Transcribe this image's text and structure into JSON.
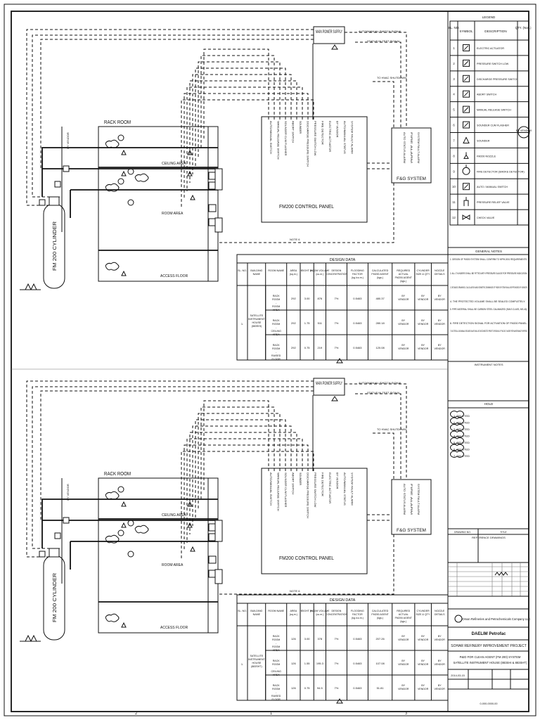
{
  "legend": {
    "title": "LEGEND",
    "headers": [
      "SL. NO.",
      "SYMBOL",
      "DESCRIPTION",
      "QTY. (Nos.)"
    ],
    "rows": [
      {
        "no": "1",
        "desc": "ELECTRIC ACTUATOR"
      },
      {
        "no": "2",
        "desc": "PRESSURE SWITCH LOW"
      },
      {
        "no": "3",
        "desc": "DISCHARGE PRESSURE SWITCH"
      },
      {
        "no": "4",
        "desc": "ABORT SWITCH"
      },
      {
        "no": "5",
        "desc": "MANUAL RELEASE SWITCH"
      },
      {
        "no": "6",
        "desc": "SOUNDER CUM FLASHER"
      },
      {
        "no": "7",
        "desc": "SOUNDER"
      },
      {
        "no": "8",
        "desc": "FM200 NOZZLE"
      },
      {
        "no": "9",
        "desc": "FIRE DETECTOR (SMOKE DETECTOR)"
      },
      {
        "no": "10",
        "desc": "AUTO / MANUAL SWITCH"
      },
      {
        "no": "11",
        "desc": "PRESSURE RELIEF VALVE"
      },
      {
        "no": "12",
        "desc": "CHECK VALVE"
      }
    ],
    "by_vendor": "BY VENDOR"
  },
  "general_notes": {
    "title": "GENERAL NOTES",
    "items": [
      "1. DESIGN OF FM200 SYSTEM SHALL CONFIRM TO NFPA 2001 REQUIREMENTS.",
      "2. ALL CYLINDERS SHALL BE FITTED WITH PRESSURE GAUGE FOR PRESSURE INDICATION.",
      "3. DETAILED DRAWINGS, CALCULATION AND ISOMETRIC DRAWINGS OF FM200 SYSTEM SHALL BE PROVIDED BY VENDOR.",
      "4. THE PROTECTED VOLUME SHALL BE SEALED COMPLETELY.",
      "5. PIPE MATERIAL SHALL BE CARBON STEEL GALVANIZED (SMLS CLASS, MS-40).",
      "6. FIRE DETECTION SIGNAL FOR ACTIVATION OF FM200 PANEL.",
      "7. ELECTRICAL GAS MANUAL RELEASE VALVE SHALL BE DISCONNECTED PRIOR TO REMOVAL OF FM-200 CYLINDER FOR MAINTENANCE PURPOSE."
    ]
  },
  "holds": {
    "title": "HOLD",
    "items": [
      "1. DELETED",
      "2. DELETED",
      "3. DELETED",
      "4. DELETED",
      "5. DELETED",
      "6. DELETED",
      "7. DELETED"
    ]
  },
  "diagram_top": {
    "main_power_supply": "MAIN POWER SUPPLY",
    "auto_manual_signal": "AUTO/MANUAL SWITCH SIGNAL",
    "status_test_signal": "STATUS IN TEST SIGNAL",
    "to_hvac_shutdown": "TO HVAC SHUTDOWN",
    "rack_room": "RACK ROOM",
    "ceiling_area": "CEILING AREA",
    "room_area": "ROOM AREA",
    "access_floor": "ACCESS FLOOR",
    "cylinder": "FM 200 CYLINDER",
    "by_vendor": "BY VENDOR",
    "control_panel": "FM200 CONTROL PANEL",
    "fag_system": "F&G SYSTEM",
    "note": "NOTE 6",
    "panel_signals": [
      "AUTO/MANUAL SWITCH",
      "MANUAL RELEASE SWITCH",
      "SOUNDER CUM FLASHER",
      "ABORT SWITCH",
      "SOUNDER",
      "DISCHARGE PRESSURE SWITCH",
      "PRESSURE SWITCH LOW",
      "FIRE DETECTOR",
      "ELECTRIC ACTUATOR",
      "BY VENDOR",
      "AUTO/MANUAL STATUS",
      "SYSTEM FAULT ALARM"
    ],
    "fag_signals": [
      "AUTO STATUS ALARM",
      "FIRE ALARM",
      "SYSTEM FAULT ALARM"
    ]
  },
  "design_top": {
    "title": "DESIGN DATA",
    "headers": [
      "SL. NO.",
      "BUILDING NAME",
      "ROOM NAME",
      "AREA (sq.m.)",
      "HEIGHT (m.)",
      "ROOM VOLUME (cu.m.)",
      "DESIGN CONCENTRATION",
      "FLOODING FACTOR (kg./cu.m.)",
      "CALCULATED FM200 AGENT (kgs.)",
      "REQUIRED ACTUAL FM200 AGENT (kgs.)",
      "CYLINDER SIZE & QTY.",
      "NOZZLE DETAILS"
    ],
    "sl": "1.",
    "building": "SATELLITE INSTRUMENT HOUSE (883SHI)",
    "rows": [
      {
        "room": "RACK ROOM - ROOM AREA",
        "area": "292",
        "height": "3.00",
        "volume": "876",
        "conc": "7%",
        "factor": "0.5463",
        "calc": "480.37",
        "req": "BY VENDOR",
        "cyl": "BY VENDOR",
        "noz": "BY VENDOR"
      },
      {
        "room": "RACK ROOM - CEILING AREA",
        "area": "292",
        "height": "1.75",
        "volume": "511",
        "conc": "7%",
        "factor": "0.5463",
        "calc": "280.18",
        "req": "BY VENDOR",
        "cyl": "BY VENDOR",
        "noz": "BY VENDOR"
      },
      {
        "room": "RACK ROOM - RAISED FLOOR",
        "area": "292",
        "height": "0.75",
        "volume": "219",
        "conc": "7%",
        "factor": "0.5463",
        "calc": "120.08",
        "req": "BY VENDOR",
        "cyl": "BY VENDOR",
        "noz": "BY VENDOR"
      }
    ]
  },
  "diagram_bottom": {
    "main_power_supply": "MAIN POWER SUPPLY",
    "auto_manual_signal": "AUTO/MANUAL SWITCH SIGNAL",
    "status_test_signal": "STATUS IN TEST SIGNAL",
    "to_hvac_shutdown": "TO HVAC SHUTDOWN",
    "rack_room": "RACK ROOM",
    "ceiling_area": "CEILING AREA",
    "room_area": "ROOM AREA",
    "access_floor": "ACCESS FLOOR",
    "cylinder": "FM 200 CYLINDER",
    "by_vendor": "BY VENDOR",
    "control_panel": "FM200 CONTROL PANEL",
    "fag_system": "F&G SYSTEM",
    "note": "NOTE 6",
    "panel_signals": [
      "AUTO/MANUAL SWITCH",
      "MANUAL RELEASE SWITCH",
      "SOUNDER CUM FLASHER",
      "ABORT SWITCH",
      "SOUNDER",
      "DISCHARGE PRESSURE SWITCH",
      "PRESSURE SWITCH LOW",
      "FIRE DETECTOR",
      "ELECTRIC ACTUATOR",
      "BY VENDOR",
      "AUTO/MANUAL STATUS",
      "SYSTEM FAULT ALARM"
    ],
    "fag_signals": [
      "AUTO STATUS ALARM",
      "FIRE ALARM",
      "SYSTEM FAULT ALARM"
    ]
  },
  "design_bottom": {
    "title": "DESIGN DATA",
    "headers": [
      "SL. NO.",
      "BUILDING NAME",
      "ROOM NAME",
      "AREA (sq.m.)",
      "HEIGHT (m.)",
      "ROOM VOLUME (cu.m.)",
      "DESIGN CONCENTRATION",
      "FLOODING FACTOR (kg./cu.m.)",
      "CALCULATED FM200 AGENT (kgs.)",
      "REQUIRED ACTUAL FM200 AGENT (kgs.)",
      "CYLINDER SIZE & QTY.",
      "NOZZLE DETAILS"
    ],
    "sl": "1.",
    "building": "SATELLITE INSTRUMENT HOUSE (883SHT)",
    "rows": [
      {
        "room": "RACK ROOM - ROOM AREA",
        "area": "126",
        "height": "3.00",
        "volume": "378",
        "conc": "7%",
        "factor": "0.5463",
        "calc": "207.26",
        "req": "BY VENDOR",
        "cyl": "BY VENDOR",
        "noz": "BY VENDOR"
      },
      {
        "room": "RACK ROOM - CEILING AREA",
        "area": "126",
        "height": "1.55",
        "volume": "195.3",
        "conc": "7%",
        "factor": "0.5463",
        "calc": "107.08",
        "req": "BY VENDOR",
        "cyl": "BY VENDOR",
        "noz": "BY VENDOR"
      },
      {
        "room": "RACK ROOM - RAISED FLOOR",
        "area": "126",
        "height": "0.75",
        "volume": "94.5",
        "conc": "7%",
        "factor": "0.5463",
        "calc": "51.81",
        "req": "BY VENDOR",
        "cyl": "BY VENDOR",
        "noz": "BY VENDOR"
      }
    ]
  },
  "title_block": {
    "reference_drawings": "REFERENCE DRAWINGS",
    "drawing_no": "DRAWING NO.",
    "drawing_title": "TITLE",
    "company": "Oman Refineries and Petrochemicals Company LLC",
    "contractor": "DAELIM Petrofac",
    "project": "SOHAR REFINERY IMPROVEMENT PROJECT",
    "title_line1": "P&ID FOR CLEAN AGENT (FM 200) SYSTEM",
    "title_line2": "SATELLITE INSTRUMENT HOUSE (883SHI & 883SHT)",
    "date": "2014-03-15",
    "doc_no": "0-000-0000-00"
  },
  "colors": {
    "ink": "#111111",
    "paper": "#ffffff",
    "clouds": "#444444"
  }
}
